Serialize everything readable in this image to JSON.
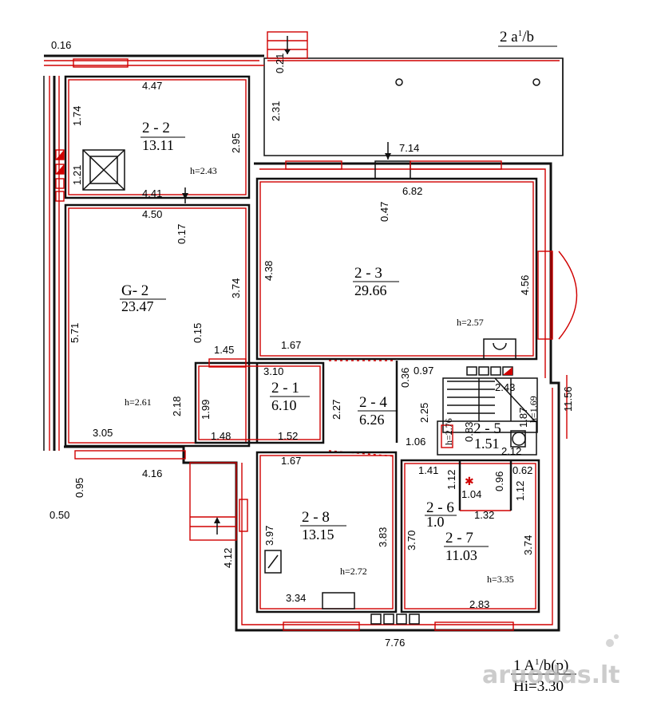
{
  "header": {
    "title": "2 a",
    "title_sup": "1",
    "title_tail": "/b"
  },
  "footer": {
    "code_main": "1 A",
    "code_sup": "1",
    "code_tail": "/b(p)",
    "height": "Hi=3.30"
  },
  "watermark": {
    "text": "aruodas",
    "suffix": ".lt"
  },
  "rooms": {
    "r22": {
      "code": "2 - 2",
      "area": "13.11",
      "h": "h=2.43"
    },
    "g2": {
      "code": "G- 2",
      "area": "23.47",
      "h": "h=2.61"
    },
    "r23": {
      "code": "2 - 3",
      "area": "29.66",
      "h": "h=2.57"
    },
    "r21": {
      "code": "2 - 1",
      "area": "6.10"
    },
    "r24": {
      "code": "2 - 4",
      "area": "6.26"
    },
    "r25": {
      "code": "2 - 5",
      "area": "1.51",
      "h": "h=1.69"
    },
    "r26": {
      "code": "2 - 6",
      "area": "1.0"
    },
    "r27": {
      "code": "2 - 7",
      "area": "11.03",
      "h": "h=3.35"
    },
    "r28": {
      "code": "2 - 8",
      "area": "13.15",
      "h": "h=2.72"
    },
    "h276": "h=2.76"
  },
  "dims": {
    "d016": "0.16",
    "d021": "0.21",
    "d447": "4.47",
    "d174": "1.74",
    "d295": "2.95",
    "d231": "2.31",
    "d714": "7.14",
    "d121": "1.21",
    "d441": "4.41",
    "d682": "6.82",
    "d450": "4.50",
    "d047": "0.47",
    "d017": "0.17",
    "d438": "4.38",
    "d374a": "3.74",
    "d456": "4.56",
    "d571": "5.71",
    "d015": "0.15",
    "d145": "1.45",
    "d167a": "1.67",
    "d036": "0.36",
    "d097": "0.97",
    "d310": "3.10",
    "d243": "2.43",
    "d1156": "11.56",
    "d218": "2.18",
    "d199": "1.99",
    "d227": "2.27",
    "d225": "2.25",
    "d187": "1.87",
    "d083": "0.83",
    "d305": "3.05",
    "d148": "1.48",
    "d152": "1.52",
    "d106": "1.06",
    "d212": "2.12",
    "d095": "0.95",
    "d416": "4.16",
    "d167b": "1.67",
    "d141": "1.41",
    "d096": "0.96",
    "d062": "0.62",
    "d112a": "1.12",
    "d104": "1.04",
    "d112b": "1.12",
    "d050": "0.50",
    "d132": "1.32",
    "d397": "3.97",
    "d383": "3.83",
    "d370": "3.70",
    "d374b": "3.74",
    "d412": "4.12",
    "d334": "3.34",
    "d283": "2.83",
    "d776": "7.76"
  }
}
